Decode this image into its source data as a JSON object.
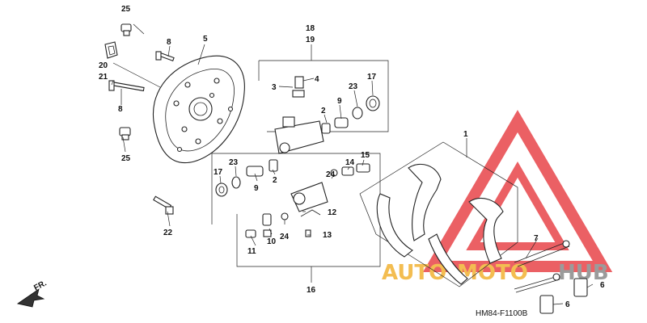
{
  "diagram": {
    "callouts": {
      "c25a": "25",
      "c8a": "8",
      "c5": "5",
      "c20": "20",
      "c21": "21",
      "c8b": "8",
      "c25b": "25",
      "c18": "18",
      "c19": "19",
      "c3": "3",
      "c4": "4",
      "c2a": "2",
      "c9a": "9",
      "c23a": "23",
      "c17a": "17",
      "c1": "1",
      "c17b": "17",
      "c23b": "23",
      "c9b": "9",
      "c2b": "2",
      "c24a": "24",
      "c14": "14",
      "c15": "15",
      "c12": "12",
      "c22": "22",
      "c10": "10",
      "c24b": "24",
      "c13": "13",
      "c11": "11",
      "c16": "16",
      "c7": "7",
      "c6a": "6",
      "c6b": "6"
    },
    "front_marker": "FR.",
    "figure_code": "HM84-F1100B"
  },
  "watermark": {
    "text_a": "AUTO",
    "text_b": "MOTO",
    "text_c": "HUB",
    "colors": {
      "triangle": "#e8454a",
      "accent": "#f2b233",
      "gray": "#8a8a8a"
    }
  }
}
